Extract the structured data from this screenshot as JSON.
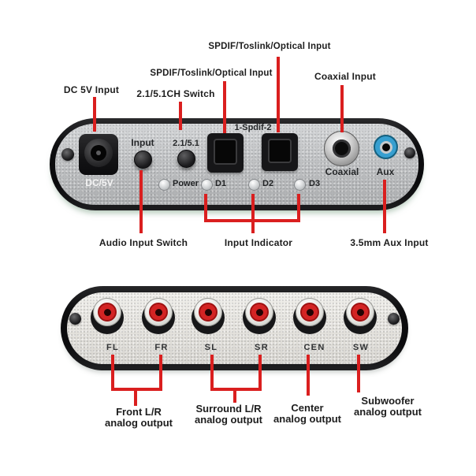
{
  "colors": {
    "annotation_red": "#da1f1f",
    "aux_blue": "#379fd0",
    "rca_red": "#d32424"
  },
  "top": {
    "labels": {
      "spdif_top": "SPDIF/Toslink/Optical Input",
      "spdif_mid": "SPDIF/Toslink/Optical Input",
      "coaxial": "Coaxial Input",
      "dc": "DC 5V Input",
      "ch_switch": "2.1/5.1CH Switch",
      "audio_input_switch": "Audio Input Switch",
      "input_indicator": "Input Indicator",
      "aux_input": "3.5mm Aux Input"
    },
    "panel": {
      "dc": "DC/5V",
      "input": "Input",
      "switch": "2.1/5.1",
      "spdif": "1-Spdif-2",
      "coaxial": "Coaxial",
      "aux": "Aux",
      "leds": [
        "Power",
        "D1",
        "D2",
        "D3"
      ]
    }
  },
  "bottom": {
    "jacks": [
      "FL",
      "FR",
      "SL",
      "SR",
      "CEN",
      "SW"
    ],
    "callouts": [
      {
        "line1": "Front L/R",
        "line2": "analog output"
      },
      {
        "line1": "Surround L/R",
        "line2": "analog output"
      },
      {
        "line1": "Center",
        "line2": "analog output"
      },
      {
        "line1": "Subwoofer",
        "line2": "analog output"
      }
    ]
  }
}
